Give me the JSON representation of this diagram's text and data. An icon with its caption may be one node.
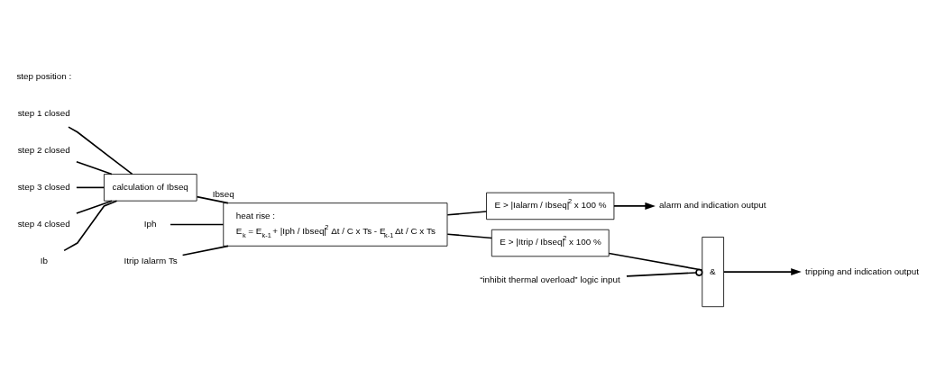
{
  "diagram": {
    "nodes": [
      {
        "text": [
          "step 1 closed"
        ]
      },
      {
        "text": [
          "step 2 closed"
        ]
      },
      {
        "text": [
          "step 3 closed"
        ]
      },
      {
        "text": [
          "step 4 closed"
        ]
      },
      {
        "text": [
          "Ib"
        ]
      },
      {
        "text": [
          "calculation of Ibseq"
        ]
      },
      {
        "text": [
          "Iph"
        ]
      },
      {
        "text": [
          "heat rise :",
          "E$_{k}$ = E$_{k-1}$ + |Iph / Ibseq|$^{2}$ Δt / C x Ts - E$_{k-1}$ Δt / C x Ts"
        ]
      },
      {
        "text": [
          "Itrip Ialarm Ts"
        ]
      },
      {
        "text": [
          "E > |Ialarm / Ibseq|$^{2}$ x 100 %"
        ]
      },
      {
        "text": [
          "E > |Itrip / Ibseq|$^{2}$ x 100 %"
        ]
      },
      {
        "text": [
          "&"
        ]
      },
      {
        "text": [
          "alarm and indication output"
        ]
      },
      {
        "text": [
          "tripping and indication output"
        ]
      },
      {
        "text": [
          "“inhibit thermal overload” logic input"
        ]
      }
    ],
    "edges": [
      {
        "from": 0,
        "to": 5,
        "arrow": "none"
      },
      {
        "from": 1,
        "to": 5,
        "arrow": "none"
      },
      {
        "from": 2,
        "to": 5,
        "arrow": "none"
      },
      {
        "from": 3,
        "to": 5,
        "arrow": "none"
      },
      {
        "from": 4,
        "to": 5,
        "arrow": "none"
      },
      {
        "from": 5,
        "to": 7,
        "arrow": "none",
        "label": "Ibseq"
      },
      {
        "from": 6,
        "to": 7,
        "arrow": "none"
      },
      {
        "from": 8,
        "to": 7,
        "arrow": "none"
      },
      {
        "from": 7,
        "to": 9,
        "arrow": "none"
      },
      {
        "from": 7,
        "to": 10,
        "arrow": "none"
      },
      {
        "from": 9,
        "to": 12,
        "arrow": "to"
      },
      {
        "from": 10,
        "to": 11,
        "arrow": "none"
      },
      {
        "from": 14,
        "to": 11,
        "arrow": "other"
      },
      {
        "from": 11,
        "to": 13,
        "arrow": "to"
      }
    ],
    "labels": [
      "step position :"
    ]
  }
}
